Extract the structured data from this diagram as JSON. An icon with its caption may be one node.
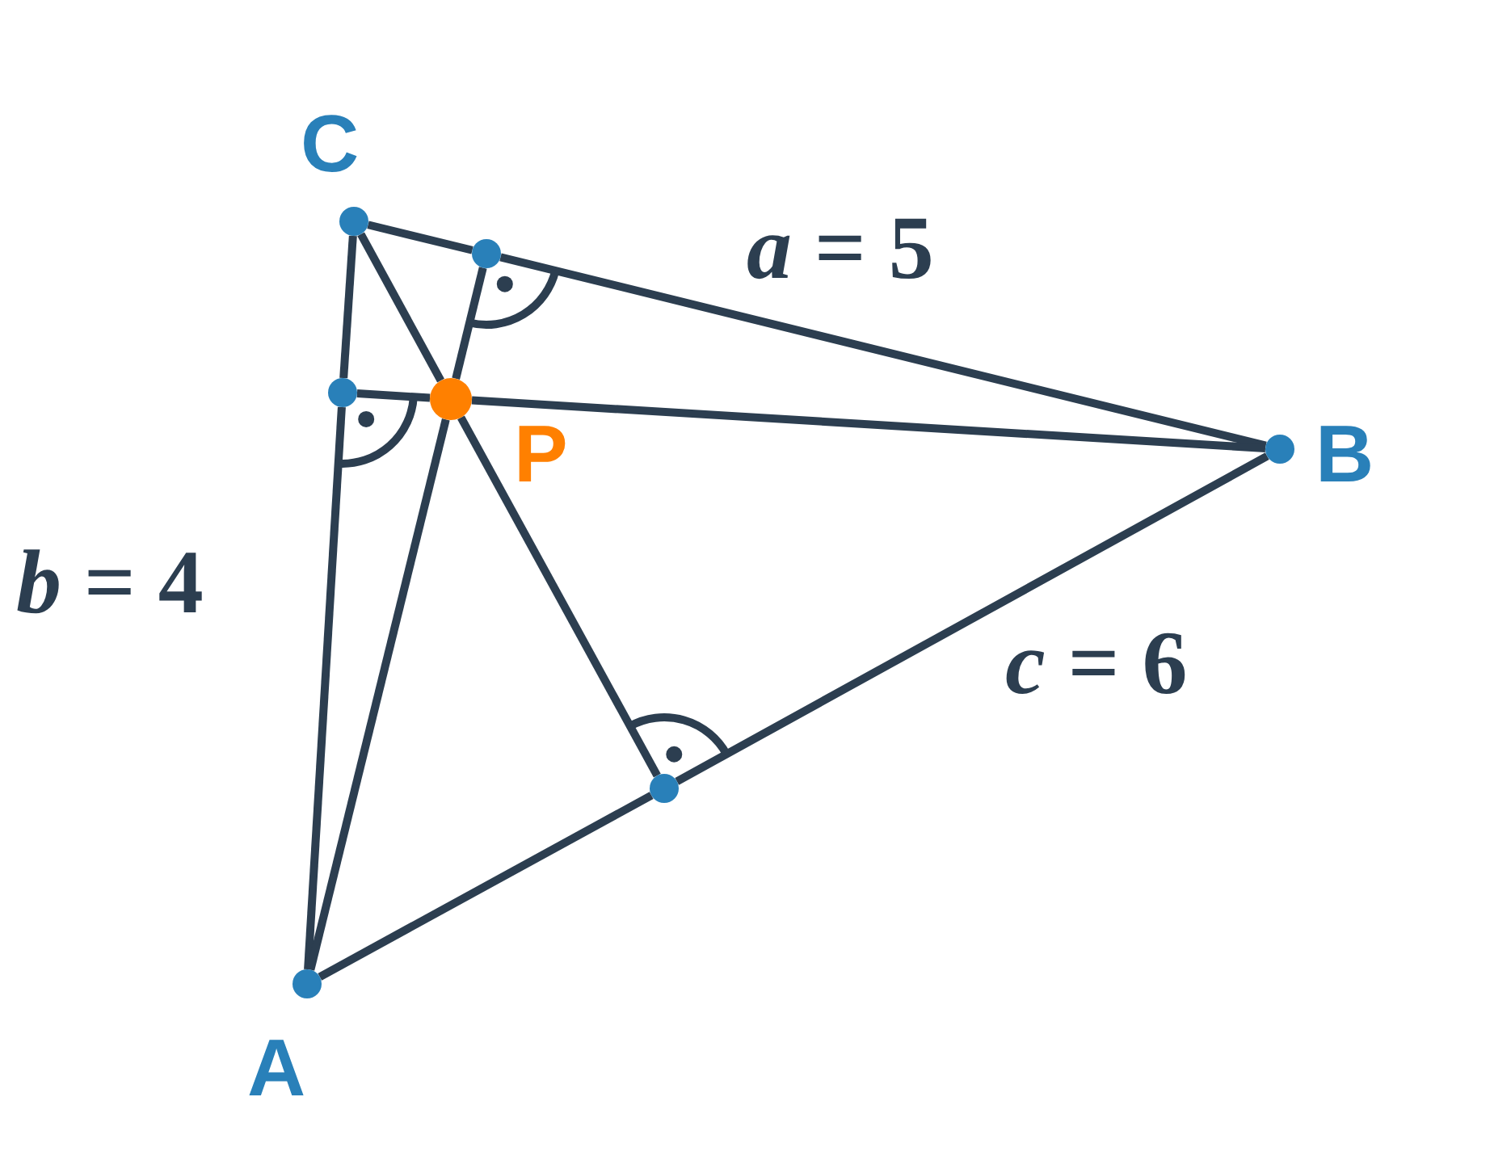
{
  "diagram": {
    "nodes": [
      {
        "text": [],
        "shape": "circle",
        "beside": [
          "C"
        ]
      },
      {
        "text": [],
        "shape": "circle",
        "beside": [
          "B"
        ]
      },
      {
        "text": [],
        "shape": "circle",
        "beside": [
          "A"
        ]
      },
      {
        "text": [],
        "shape": "circle",
        "beside": [
          "P"
        ]
      },
      {
        "text": [],
        "shape": "circle"
      },
      {
        "text": [],
        "shape": "circle"
      },
      {
        "text": [],
        "shape": "circle"
      }
    ],
    "edges": [
      {
        "from": 0,
        "to": 4,
        "arrow": "none"
      },
      {
        "from": 4,
        "to": 1,
        "arrow": "none"
      },
      {
        "from": 0,
        "to": 5,
        "arrow": "none"
      },
      {
        "from": 5,
        "to": 2,
        "arrow": "none"
      },
      {
        "from": 2,
        "to": 6,
        "arrow": "none"
      },
      {
        "from": 6,
        "to": 1,
        "arrow": "none"
      },
      {
        "from": 2,
        "to": 3,
        "arrow": "none"
      },
      {
        "from": 3,
        "to": 4,
        "arrow": "none"
      },
      {
        "from": 1,
        "to": 3,
        "arrow": "none"
      },
      {
        "from": 3,
        "to": 5,
        "arrow": "none"
      },
      {
        "from": 0,
        "to": 3,
        "arrow": "none"
      },
      {
        "from": 3,
        "to": 6,
        "arrow": "none"
      }
    ],
    "labels": [
      "*a* = 5",
      "*b* = 4",
      "*c* = 6"
    ]
  }
}
